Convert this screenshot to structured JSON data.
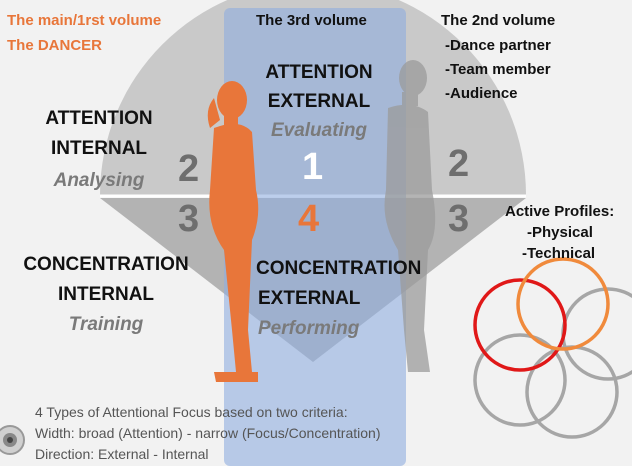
{
  "volumes": {
    "first_title": "The main/1rst volume",
    "first_sub": "The DANCER",
    "third_title": "The 3rd volume",
    "second_title": "The 2nd volume",
    "second_items": [
      "-Dance partner",
      "-Team member",
      "-Audience"
    ]
  },
  "quadrants": {
    "attention_external": {
      "line1": "ATTENTION",
      "line2": "EXTERNAL",
      "sub": "Evaluating"
    },
    "attention_internal": {
      "line1": "ATTENTION",
      "line2": "INTERNAL",
      "sub": "Analysing"
    },
    "concentration_internal": {
      "line1": "CONCENTRATION",
      "line2": "INTERNAL",
      "sub": "Training"
    },
    "concentration_external": {
      "line1": "CONCENTRATION",
      "line2": "EXTERNAL",
      "sub": "Performing"
    }
  },
  "numbers": {
    "center_top": "1",
    "center_bottom": "4",
    "left_top": "2",
    "left_bottom": "3",
    "right_top": "2",
    "right_bottom": "3"
  },
  "profiles": {
    "title": "Active Profiles:",
    "items": [
      "-Physical",
      "-Technical"
    ]
  },
  "footer": {
    "line1": "4 Types of Attentional Focus based on two criteria:",
    "line2": "Width: broad (Attention) - narrow (Focus/Concentration)",
    "line3": "Direction: External - Internal"
  },
  "colors": {
    "orange": "#e8763a",
    "blue_panel": "#8faee0",
    "red_ring": "#e01818",
    "grey_ring": "#a6a6a6"
  }
}
